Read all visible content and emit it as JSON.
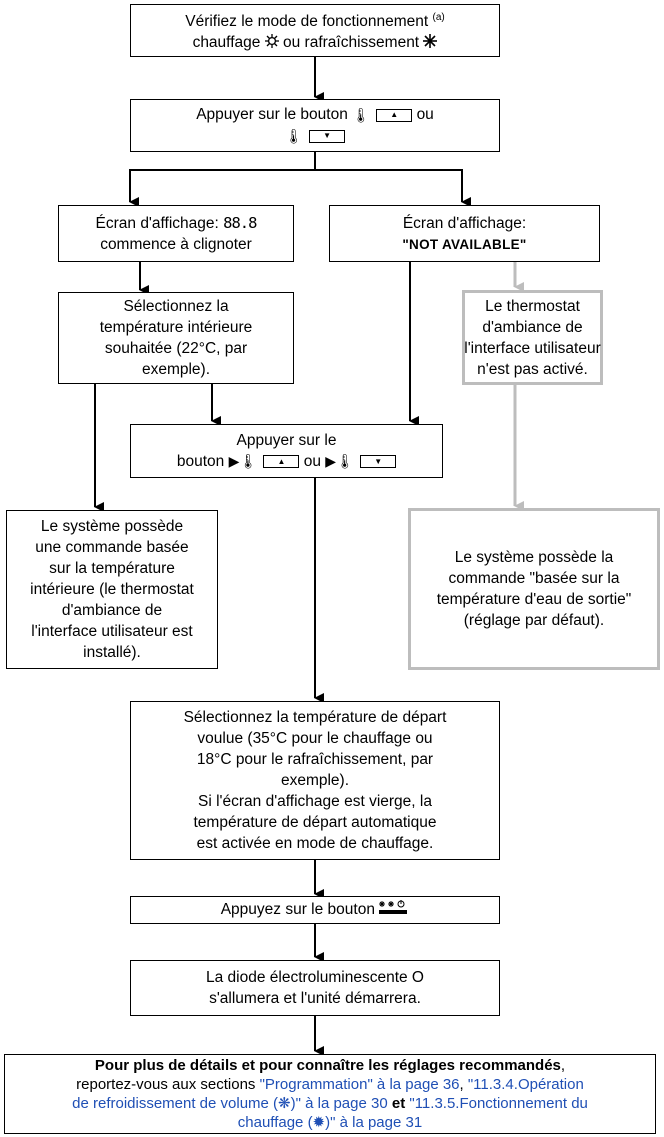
{
  "steps": {
    "check_mode": {
      "line1": "Vérifiez le mode de fonctionnement",
      "superscript": "(a)",
      "line2_a": "chauffage",
      "line2_b": "ou rafraîchissement"
    },
    "press_button_1": {
      "line1": "Appuyer sur le bouton",
      "or": "ou"
    },
    "screen_blink": {
      "line1_a": "Écran d'affichage:",
      "line1_b": "88.8",
      "line2": "commence à clignoter"
    },
    "screen_na": {
      "line1": "Écran d'affichage:",
      "line2": "\"NOT AVAILABLE\""
    },
    "select_temp": {
      "lines": [
        "Sélectionnez la",
        "température intérieure",
        "souhaitée (22°C, par",
        "exemple)."
      ]
    },
    "not_activated": {
      "lines": [
        "Le thermostat",
        "d'ambiance de",
        "l'interface utilisateur",
        "n'est pas activé."
      ]
    },
    "press_button_2": {
      "line1": "Appuyer sur le",
      "line2": "bouton",
      "or": "ou"
    },
    "room_control": {
      "lines": [
        "Le système possède",
        "une commande basée",
        "sur la température",
        "intérieure (le thermostat",
        "d'ambiance de",
        "l'interface utilisateur est",
        "installé)."
      ]
    },
    "water_control": {
      "lines": [
        "Le système possède la",
        "commande \"basée sur la",
        "température d'eau de sortie\"",
        "(réglage par défaut)."
      ]
    },
    "select_departure": {
      "lines": [
        "Sélectionnez la température de départ",
        "voulue (35°C pour le chauffage ou",
        "18°C pour le rafraîchissement, par",
        "exemple).",
        "Si l'écran d'affichage est vierge, la",
        "température de départ automatique",
        "est activée en mode de chauffage."
      ]
    },
    "press_onoff": {
      "line1": "Appuyez sur le bouton"
    },
    "led": {
      "line1": "La diode électroluminescente O",
      "line2": "s'allumera et l'unité démarrera."
    },
    "details": {
      "bold": "Pour plus de détails et pour connaître les réglages recommandés",
      "comma": ",",
      "l2_a": "reportez-vous aux sections ",
      "l2_link1": "\"Programmation\" à la page 36",
      "l2_sep": ", ",
      "l2_link2": "\"11.3.4.Opération",
      "l3_link2": "de refroidissement de volume (❋)\" à la page 30",
      "l3_et": " et ",
      "l3_link3": "\"11.3.5.Fonctionnement du",
      "l4_link3": "chauffage (✹)\" à la page 31"
    }
  },
  "colors": {
    "link": "#1f4fb5",
    "grey_border": "#bdbdbd"
  },
  "icons": [
    "sun-heating-icon",
    "snowflake-cooling-icon",
    "thermometer-icon",
    "up-arrow-key-icon",
    "down-arrow-key-icon",
    "play-thermometer-icon",
    "onoff-cool-heat-icon"
  ]
}
